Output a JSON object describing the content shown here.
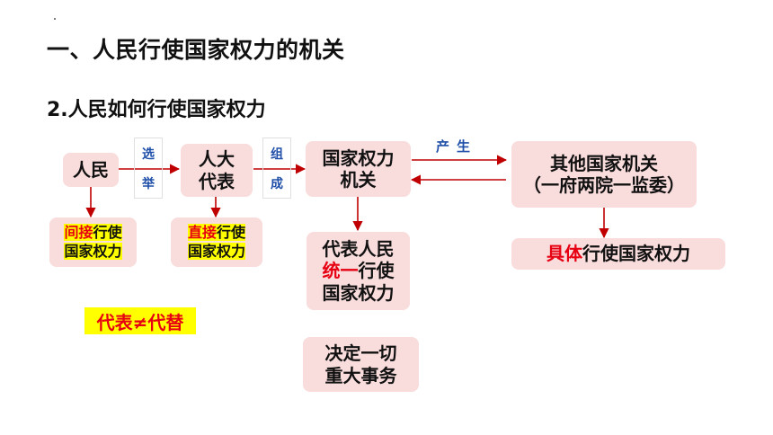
{
  "title": "一、人民行使国家权力的机关",
  "subtitle": "2.人民如何行使国家权力",
  "nodes": {
    "people": "人民",
    "npc_line1": "人大",
    "npc_line2": "代表",
    "organ_line1": "国家权力",
    "organ_line2": "机关",
    "other_line1": "其他国家机关",
    "other_line2": "（一府两院一监委）",
    "indirect_hl": "间接",
    "indirect_rest": "行使",
    "indirect_line2": "国家权力",
    "direct_hl": "直接",
    "direct_rest": "行使",
    "direct_line2": "国家权力",
    "unified_line1": "代表人民",
    "unified_hl": "统一",
    "unified_rest": "行使",
    "unified_line3": "国家权力",
    "decide_line1": "决定一切",
    "decide_line2": "重大事务",
    "concrete_hl": "具体",
    "concrete_rest": "行使国家权力"
  },
  "edge_labels": {
    "elect_1": "选",
    "elect_2": "举",
    "compose_1": "组",
    "compose_2": "成",
    "produce": "产生"
  },
  "note": "代表≠代替",
  "colors": {
    "box_fill": "#f9dcdc",
    "arrow": "#c00000",
    "label_blue": "#1f4fa8",
    "highlight_red": "#e60012",
    "highlight_yellow": "#ffff00"
  }
}
